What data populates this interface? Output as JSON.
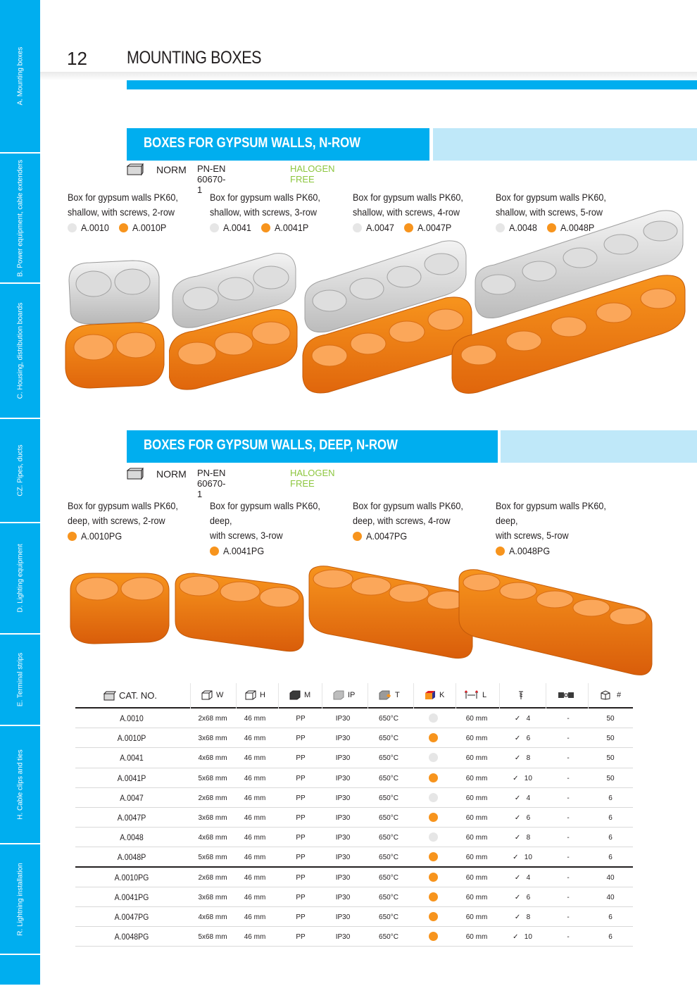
{
  "sidebar": {
    "tabs": [
      {
        "label": "A. Mounting boxes"
      },
      {
        "label": "B. Power equipment, cable extenders"
      },
      {
        "label": "C. Housing, distribution boards"
      },
      {
        "label": "CZ. Pipes, ducts"
      },
      {
        "label": "D. Lighting equipment"
      },
      {
        "label": "E. Terminal strips"
      },
      {
        "label": "H. Cable clips and ties"
      },
      {
        "label": "R. Lightning installation"
      }
    ]
  },
  "header": {
    "page_number": "12",
    "title": "MOUNTING BOXES"
  },
  "sections": [
    {
      "title": "BOXES FOR GYPSUM WALLS, N-ROW",
      "norm_label": "NORM",
      "norm_value": "PN-EN 60670-1",
      "halogen": "HALOGEN FREE",
      "products": [
        {
          "desc": "Box for gypsum walls PK60,\nshallow, with screws, 2-row",
          "code_grey": "A.0010",
          "code_orange": "A.0010P"
        },
        {
          "desc": "Box for gypsum walls PK60,\nshallow, with screws, 3-row",
          "code_grey": "A.0041",
          "code_orange": "A.0041P"
        },
        {
          "desc": "Box for gypsum walls PK60,\nshallow, with screws, 4-row",
          "code_grey": "A.0047",
          "code_orange": "A.0047P"
        },
        {
          "desc": "Box for gypsum walls PK60,\nshallow, with screws, 5-row",
          "code_grey": "A.0048",
          "code_orange": "A.0048P"
        }
      ]
    },
    {
      "title": "BOXES FOR GYPSUM WALLS, DEEP, N-ROW",
      "norm_label": "NORM",
      "norm_value": "PN-EN 60670-1",
      "halogen": "HALOGEN FREE",
      "products": [
        {
          "desc": "Box for gypsum walls PK60,\ndeep, with screws, 2-row",
          "code_orange": "A.0010PG"
        },
        {
          "desc": "Box for gypsum walls PK60, deep,\nwith screws, 3-row",
          "code_orange": "A.0041PG"
        },
        {
          "desc": "Box for gypsum walls PK60,\ndeep, with screws, 4-row",
          "code_orange": "A.0047PG"
        },
        {
          "desc": "Box for gypsum walls PK60, deep,\nwith screws, 5-row",
          "code_orange": "A.0048PG"
        }
      ]
    }
  ],
  "colors": {
    "accent": "#00aeef",
    "light_accent": "#bfe8f9",
    "orange": "#f7941d",
    "grey_dot": "#e6e6e6",
    "halogen_green": "#8dc63f"
  },
  "table": {
    "headers": {
      "cat": "CAT. NO.",
      "w": "W",
      "h": "H",
      "m": "M",
      "ip": "IP",
      "t": "T",
      "k": "K",
      "l": "L",
      "q": "#"
    },
    "rows": [
      {
        "cat": "A.0010",
        "w": "2x68 mm",
        "h": "46 mm",
        "m": "PP",
        "ip": "IP30",
        "t": "650°C",
        "k": "grey",
        "l": "60 mm",
        "sc": "4",
        "gk": "-",
        "q": "50"
      },
      {
        "cat": "A.0010P",
        "w": "3x68 mm",
        "h": "46 mm",
        "m": "PP",
        "ip": "IP30",
        "t": "650°C",
        "k": "orange",
        "l": "60 mm",
        "sc": "6",
        "gk": "-",
        "q": "50"
      },
      {
        "cat": "A.0041",
        "w": "4x68 mm",
        "h": "46 mm",
        "m": "PP",
        "ip": "IP30",
        "t": "650°C",
        "k": "grey",
        "l": "60 mm",
        "sc": "8",
        "gk": "-",
        "q": "50"
      },
      {
        "cat": "A.0041P",
        "w": "5x68 mm",
        "h": "46 mm",
        "m": "PP",
        "ip": "IP30",
        "t": "650°C",
        "k": "orange",
        "l": "60 mm",
        "sc": "10",
        "gk": "-",
        "q": "50"
      },
      {
        "cat": "A.0047",
        "w": "2x68 mm",
        "h": "46 mm",
        "m": "PP",
        "ip": "IP30",
        "t": "650°C",
        "k": "grey",
        "l": "60 mm",
        "sc": "4",
        "gk": "-",
        "q": "6"
      },
      {
        "cat": "A.0047P",
        "w": "3x68 mm",
        "h": "46 mm",
        "m": "PP",
        "ip": "IP30",
        "t": "650°C",
        "k": "orange",
        "l": "60 mm",
        "sc": "6",
        "gk": "-",
        "q": "6"
      },
      {
        "cat": "A.0048",
        "w": "4x68 mm",
        "h": "46 mm",
        "m": "PP",
        "ip": "IP30",
        "t": "650°C",
        "k": "grey",
        "l": "60 mm",
        "sc": "8",
        "gk": "-",
        "q": "6"
      },
      {
        "cat": "A.0048P",
        "w": "5x68 mm",
        "h": "46 mm",
        "m": "PP",
        "ip": "IP30",
        "t": "650°C",
        "k": "orange",
        "l": "60 mm",
        "sc": "10",
        "gk": "-",
        "q": "6"
      },
      {
        "cat": "A.0010PG",
        "w": "2x68 mm",
        "h": "46 mm",
        "m": "PP",
        "ip": "IP30",
        "t": "650°C",
        "k": "orange",
        "l": "60 mm",
        "sc": "4",
        "gk": "-",
        "q": "40"
      },
      {
        "cat": "A.0041PG",
        "w": "3x68 mm",
        "h": "46 mm",
        "m": "PP",
        "ip": "IP30",
        "t": "650°C",
        "k": "orange",
        "l": "60 mm",
        "sc": "6",
        "gk": "-",
        "q": "40"
      },
      {
        "cat": "A.0047PG",
        "w": "4x68 mm",
        "h": "46 mm",
        "m": "PP",
        "ip": "IP30",
        "t": "650°C",
        "k": "orange",
        "l": "60 mm",
        "sc": "8",
        "gk": "-",
        "q": "6"
      },
      {
        "cat": "A.0048PG",
        "w": "5x68 mm",
        "h": "46 mm",
        "m": "PP",
        "ip": "IP30",
        "t": "650°C",
        "k": "orange",
        "l": "60 mm",
        "sc": "10",
        "gk": "-",
        "q": "6"
      }
    ]
  }
}
